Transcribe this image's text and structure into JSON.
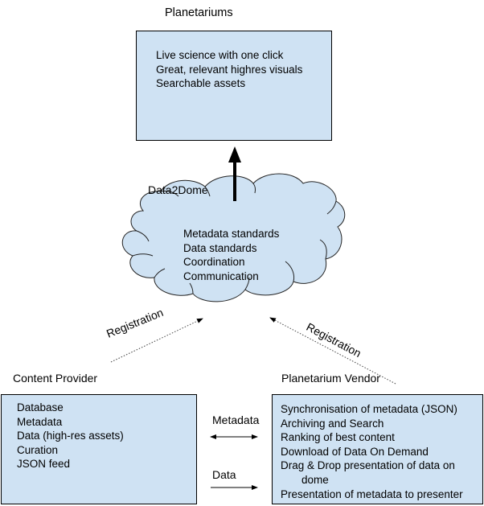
{
  "planetariums": {
    "title": "Planetariums",
    "items": [
      "Live science with one click",
      "Great, relevant highres visuals",
      "Searchable assets"
    ]
  },
  "data2dome": {
    "title": "Data2Dome",
    "items": [
      "Metadata standards",
      "Data standards",
      "Coordination",
      "Communication"
    ]
  },
  "content_provider": {
    "title": "Content Provider",
    "items": [
      "Database",
      "Metadata",
      "Data (high-res assets)",
      "Curation",
      "JSON feed"
    ]
  },
  "planetarium_vendor": {
    "title": "Planetarium Vendor",
    "items": [
      "Synchronisation of metadata (JSON)",
      "Archiving and Search",
      "Ranking of best content",
      "Download of Data On Demand",
      "Drag & Drop presentation of data on",
      "dome",
      "Presentation of metadata to presenter"
    ]
  },
  "connectors": {
    "registration_left": "Registration",
    "registration_right": "Registration",
    "metadata": "Metadata",
    "data": "Data"
  },
  "colors": {
    "box_fill": "#cfe2f3",
    "stroke": "#000000"
  }
}
